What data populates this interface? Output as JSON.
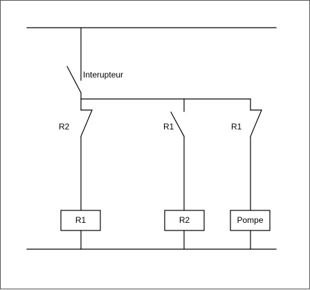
{
  "labels": {
    "main_switch": "Interupteur",
    "contact_left": "R2",
    "contact_middle": "R1",
    "contact_right": "R1"
  },
  "components": {
    "relay_r1": "R1",
    "relay_r2": "R2",
    "pump": "Pompe"
  },
  "colors": {
    "line": "#000000",
    "border": "#555555",
    "background": "#ffffff"
  }
}
